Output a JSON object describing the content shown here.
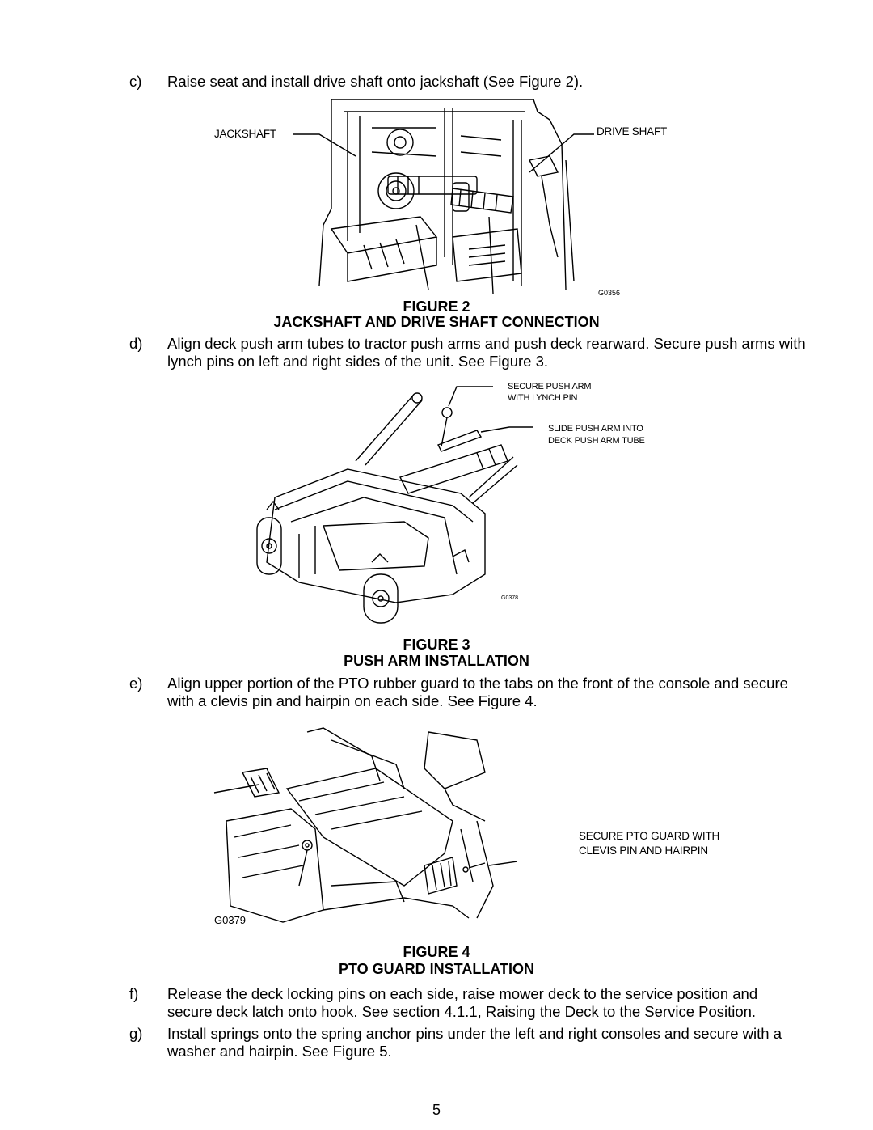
{
  "steps": [
    {
      "letter": "c)",
      "text": "Raise seat and install drive shaft onto jackshaft (See Figure 2)."
    },
    {
      "letter": "d)",
      "text": "Align deck push arm tubes to tractor push arms and push deck rearward.  Secure push arms with lynch pins on left and right sides of the unit.  See Figure 3."
    },
    {
      "letter": "e)",
      "text": "Align upper portion of the PTO rubber guard to the tabs on the front of the console and secure with a clevis pin and hairpin on each side. See Figure 4."
    },
    {
      "letter": "f)",
      "text": "Release the deck locking pins on each side, raise mower deck to the service position and secure deck latch onto hook.  See section 4.1.1, Raising the Deck to the Service Position."
    },
    {
      "letter": "g)",
      "text": "Install springs onto the spring anchor pins under the left and right consoles and secure with a washer and hairpin. See Figure 5."
    }
  ],
  "figure2": {
    "number": "FIGURE 2",
    "title": "JACKSHAFT AND DRIVE SHAFT CONNECTION",
    "labels": {
      "left": "JACKSHAFT",
      "right": "DRIVE SHAFT"
    },
    "code": "G0356"
  },
  "figure3": {
    "number": "FIGURE 3",
    "title": "PUSH ARM INSTALLATION",
    "labels": {
      "top_line1": "SECURE PUSH ARM",
      "top_line2": "WITH LYNCH PIN",
      "mid_line1": "SLIDE PUSH ARM INTO",
      "mid_line2": "DECK PUSH ARM TUBE"
    },
    "code": "G0378"
  },
  "figure4": {
    "number": "FIGURE 4",
    "title": "PTO GUARD INSTALLATION",
    "labels": {
      "line1": "SECURE PTO GUARD WITH",
      "line2": "CLEVIS PIN AND HAIRPIN"
    },
    "code": "G0379"
  },
  "page_number": "5"
}
